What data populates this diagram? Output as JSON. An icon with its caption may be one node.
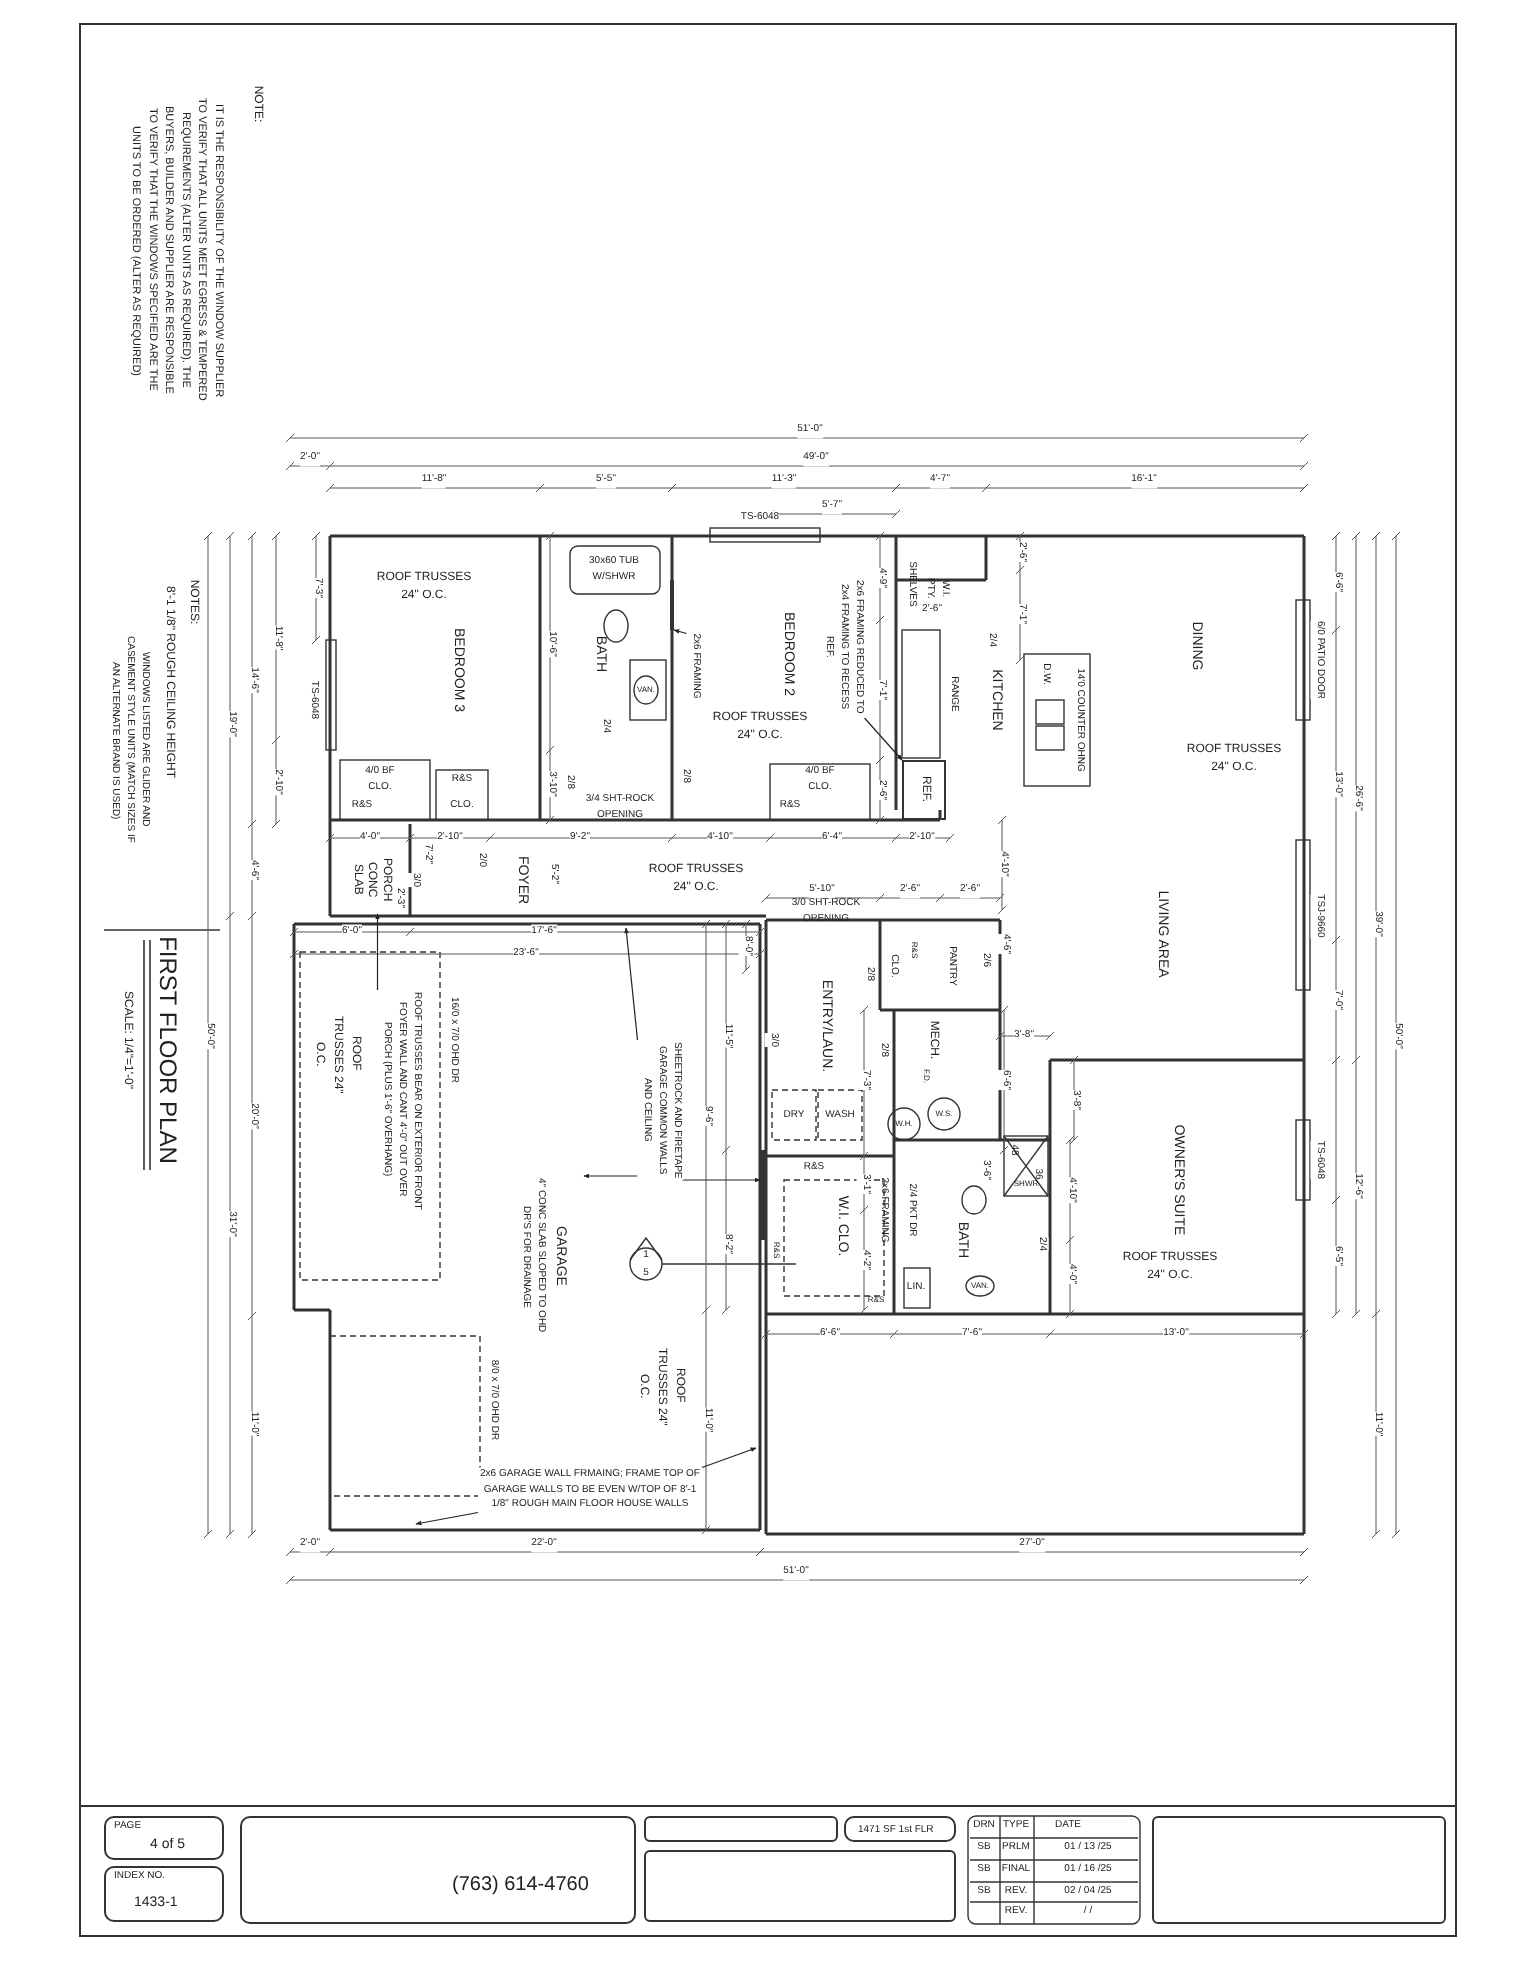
{
  "diagram": {
    "nodes": [
      {
        "text": [
          "PAGE",
          "4 of 5"
        ]
      },
      {
        "text": [
          "INDEX NO.",
          "1433-1"
        ]
      },
      {
        "text": [
          "(763) 614-4760"
        ]
      },
      {
        "text": [],
        "shape": "box"
      },
      {
        "text": [
          "1471 SF 1st FLR"
        ]
      },
      {
        "text": [],
        "shape": "box"
      },
      {
        "text": [],
        "shape": "box"
      },
      {
        "text": [
          "SHEETROCK AND FIRETAPE GARAGE COMMON WALLS AND CEILING"
        ]
      },
      {
        "text": [
          "ROOF TRUSSES BEAR ON EXTERIOR FRONT FOYER WALL AND CANT 4'-0\" OUT OVER PORCH (PLUS 1'-6\" OVERHANG)"
        ]
      },
      {
        "text": [
          "2x6 GARAGE WALL FRMAING; FRAME TOP OF GARAGE WALLS TO BE EVEN W/TOP OF 8'-1 1/8\" ROUGH MAIN FLOOR HOUSE WALLS"
        ]
      },
      {
        "text": [
          "2x6 FRAMING"
        ]
      },
      {
        "text": [
          "2x6 FRAMING REDUCED TO 2x4 FRAMING TO RECESS REF."
        ]
      },
      {
        "text": [
          "PORCH CONC SLAB"
        ]
      },
      {
        "text": [
          "REF."
        ]
      },
      {
        "text": [],
        "shape": "bar"
      },
      {
        "text": [],
        "shape": "bar"
      }
    ],
    "edges": [
      {
        "from": 7,
        "to": null,
        "arrow": "to"
      },
      {
        "from": 7,
        "to": null,
        "arrow": "to"
      },
      {
        "from": 7,
        "to": 15,
        "arrow": "to"
      },
      {
        "from": 8,
        "to": 12,
        "arrow": "to"
      },
      {
        "from": 9,
        "to": null,
        "arrow": "to"
      },
      {
        "from": 9,
        "to": null,
        "arrow": "to"
      },
      {
        "from": 10,
        "to": 14,
        "arrow": "to"
      },
      {
        "from": 11,
        "to": 13,
        "arrow": "to"
      }
    ],
    "labels": [
      "NOTE:",
      "IT IS THE RESPONSIBILITY OF THE WINDOW SUPPLIER TO VERIFY THAT ALL UNITS MEET EGRESS & TEMPERED REQUIREMENTS (ALTER UNITS AS REQUIRED). THE BUYERS, BUILDER AND SUPPLIER ARE RESPONSIBLE TO VERIFY THAT THE WINDOWS SPECIFIED ARE THE UNITS TO BE ORDERED (ALTER AS REQUIRED)",
      "NOTES:",
      "WINDOWS LISTED ARE GLIDER AND CASEMENT STYLE UNITS (MATCH SIZES IF AN ALTERNATE BRAND IS USED)",
      "8'-1 1/8\" ROUGH CEILING HEIGHT",
      "FIRST FLOOR PLAN",
      "SCALE: 1/4\"=1'-0\"",
      "51'-0\"",
      "2'-0\"",
      "49'-0\"",
      "11'-8\"",
      "5'-5\"",
      "11'-3\"",
      "4'-7\"",
      "16'-1\"",
      "5'-7\"",
      "TS-6048",
      "7'-3\"",
      "TS-6048",
      "11'-8\"",
      "2'-10\"",
      "14'-6\"",
      "4'-6\"",
      "19'-0\"",
      "50'-0\"",
      "20'-0\"",
      "31'-0\"",
      "11'-0\"",
      "ROOF TRUSSES 24\" O.C.",
      "BEDROOM 3",
      "BATH",
      "30x60 TUB W/SHWR",
      "10'-6\"",
      "VAN.",
      "2/4",
      "3'-10\"",
      "2/8",
      "2/8",
      "3/4 SHT-ROCK OPENING",
      "BEDROOM 2",
      "ROOF TRUSSES 24\" O.C.",
      "4'-9\"",
      "7'-1\"",
      "2'-6\"",
      "4/0 BF",
      "CLO.",
      "R&S",
      "R&S",
      "CLO.",
      "4/0 BF",
      "CLO.",
      "R&S",
      "4'-0\"",
      "2'-10\"",
      "9'-2\"",
      "4'-10\"",
      "6'-4\"",
      "2'-10\"",
      "7'-2\"",
      "3/0",
      "2'-3\"",
      "2/0",
      "FOYER",
      "5'-2\"",
      "ROOF TRUSSES 24\" O.C.",
      "SHELVES",
      "W.I. PTY.",
      "2'-6\"",
      "2'-6\"",
      "7'-1\"",
      "2/4",
      "RANGE",
      "KITCHEN",
      "D.W.",
      "14'0 COUNTER OHNG",
      "DINING",
      "ROOF TRUSSES 24\" O.C.",
      "LIVING AREA",
      "4'-10\"",
      "6'-6\"",
      "6/0 PATIO DOOR",
      "13'-0\"",
      "26'-6\"",
      "TSJ-9660",
      "39'-0\"",
      "7'-0\"",
      "50'-0\"",
      "TS-6048",
      "12'-6\"",
      "6'-5\"",
      "11'-0\"",
      "5'-10\"",
      "2'-6\"",
      "2'-6\"",
      "3/0 SHT-ROCK OPENING",
      "2/8",
      "CLO.",
      "R&S",
      "PANTRY",
      "2/6",
      "4'-6\"",
      "ENTRY/LAUN.",
      "3/0",
      "2/8",
      "MECH.",
      "F.D.",
      "7'-3\"",
      "DRY",
      "WASH",
      "W.H.",
      "W.S.",
      "3'-8\"",
      "6'-6\"",
      "3'-8\"",
      "R&S",
      "W.I. CLO.",
      "R&S",
      "3'-1\"",
      "2x6 FRAMING",
      "4'-2\"",
      "R&S",
      "2/4 PKT DR",
      "LIN.",
      "BATH",
      "48",
      "3'-6\"",
      "36",
      "SHWR",
      "VAN.",
      "2/4",
      "4'-10\"",
      "4'-0\"",
      "OWNER'S SUITE",
      "ROOF TRUSSES 24\" O.C.",
      "6'-6\"",
      "7'-6\"",
      "13'-0\"",
      "6'-0\"",
      "17'-6\"",
      "23'-6\"",
      "ROOF TRUSSES 24\" O.C.",
      "16/0 x 7/0 OHD DR",
      "GARAGE",
      "4\" CONC SLAB SLOPED TO OHD DR'S FOR DRAINAGE",
      "8'-0\"",
      "11'-5\"",
      "9'-6\"",
      "8'-2\"",
      "11'-0\"",
      "1",
      "5",
      "8/0 x 7/0 OHD DR",
      "ROOF TRUSSES 24\" O.C.",
      "2'-0\"",
      "22'-0\"",
      "27'-0\"",
      "51'-0\"",
      "DRN",
      "TYPE",
      "DATE",
      "SB",
      "PRLM",
      "01 / 13 /25",
      "SB",
      "FINAL",
      "01 / 16 /25",
      "SB",
      "REV.",
      "02 / 04 /25",
      "REV.",
      "/ /"
    ]
  }
}
